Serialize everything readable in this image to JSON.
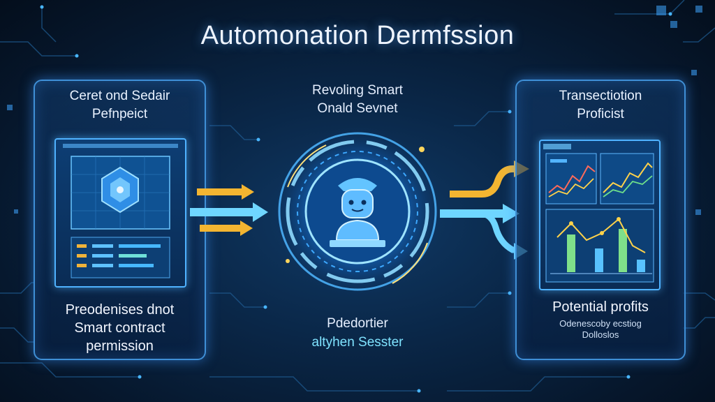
{
  "title": "Automonation Dermfssion",
  "left_panel": {
    "title_line1": "Ceret ond Sedair",
    "title_line2": "Pefnpeict",
    "caption_line1": "Preodenises dnot",
    "caption_line2": "Smart contract",
    "caption_line2b": "permission"
  },
  "center": {
    "top_line1": "Revoling Smart",
    "top_line2": "Onald Sevnet",
    "bottom_line1": "Pdedortier",
    "bottom_line2": "altyhen Sesster"
  },
  "right_panel": {
    "title_line1": "Transectiotion",
    "title_line2": "Proficist",
    "caption_line1": "Potential profits",
    "caption_line2": "Odenescoby ecstiog",
    "caption_line3": "Dolloslos"
  },
  "icons": {
    "hexagon": "hexagon-shield-icon",
    "robot": "robot-avatar-icon"
  },
  "colors": {
    "accent_blue": "#4fb2ff",
    "arrow_yellow": "#f3b531",
    "arrow_cyan": "#6fd6ff",
    "subtitle_cyan": "#7fe3ff"
  }
}
